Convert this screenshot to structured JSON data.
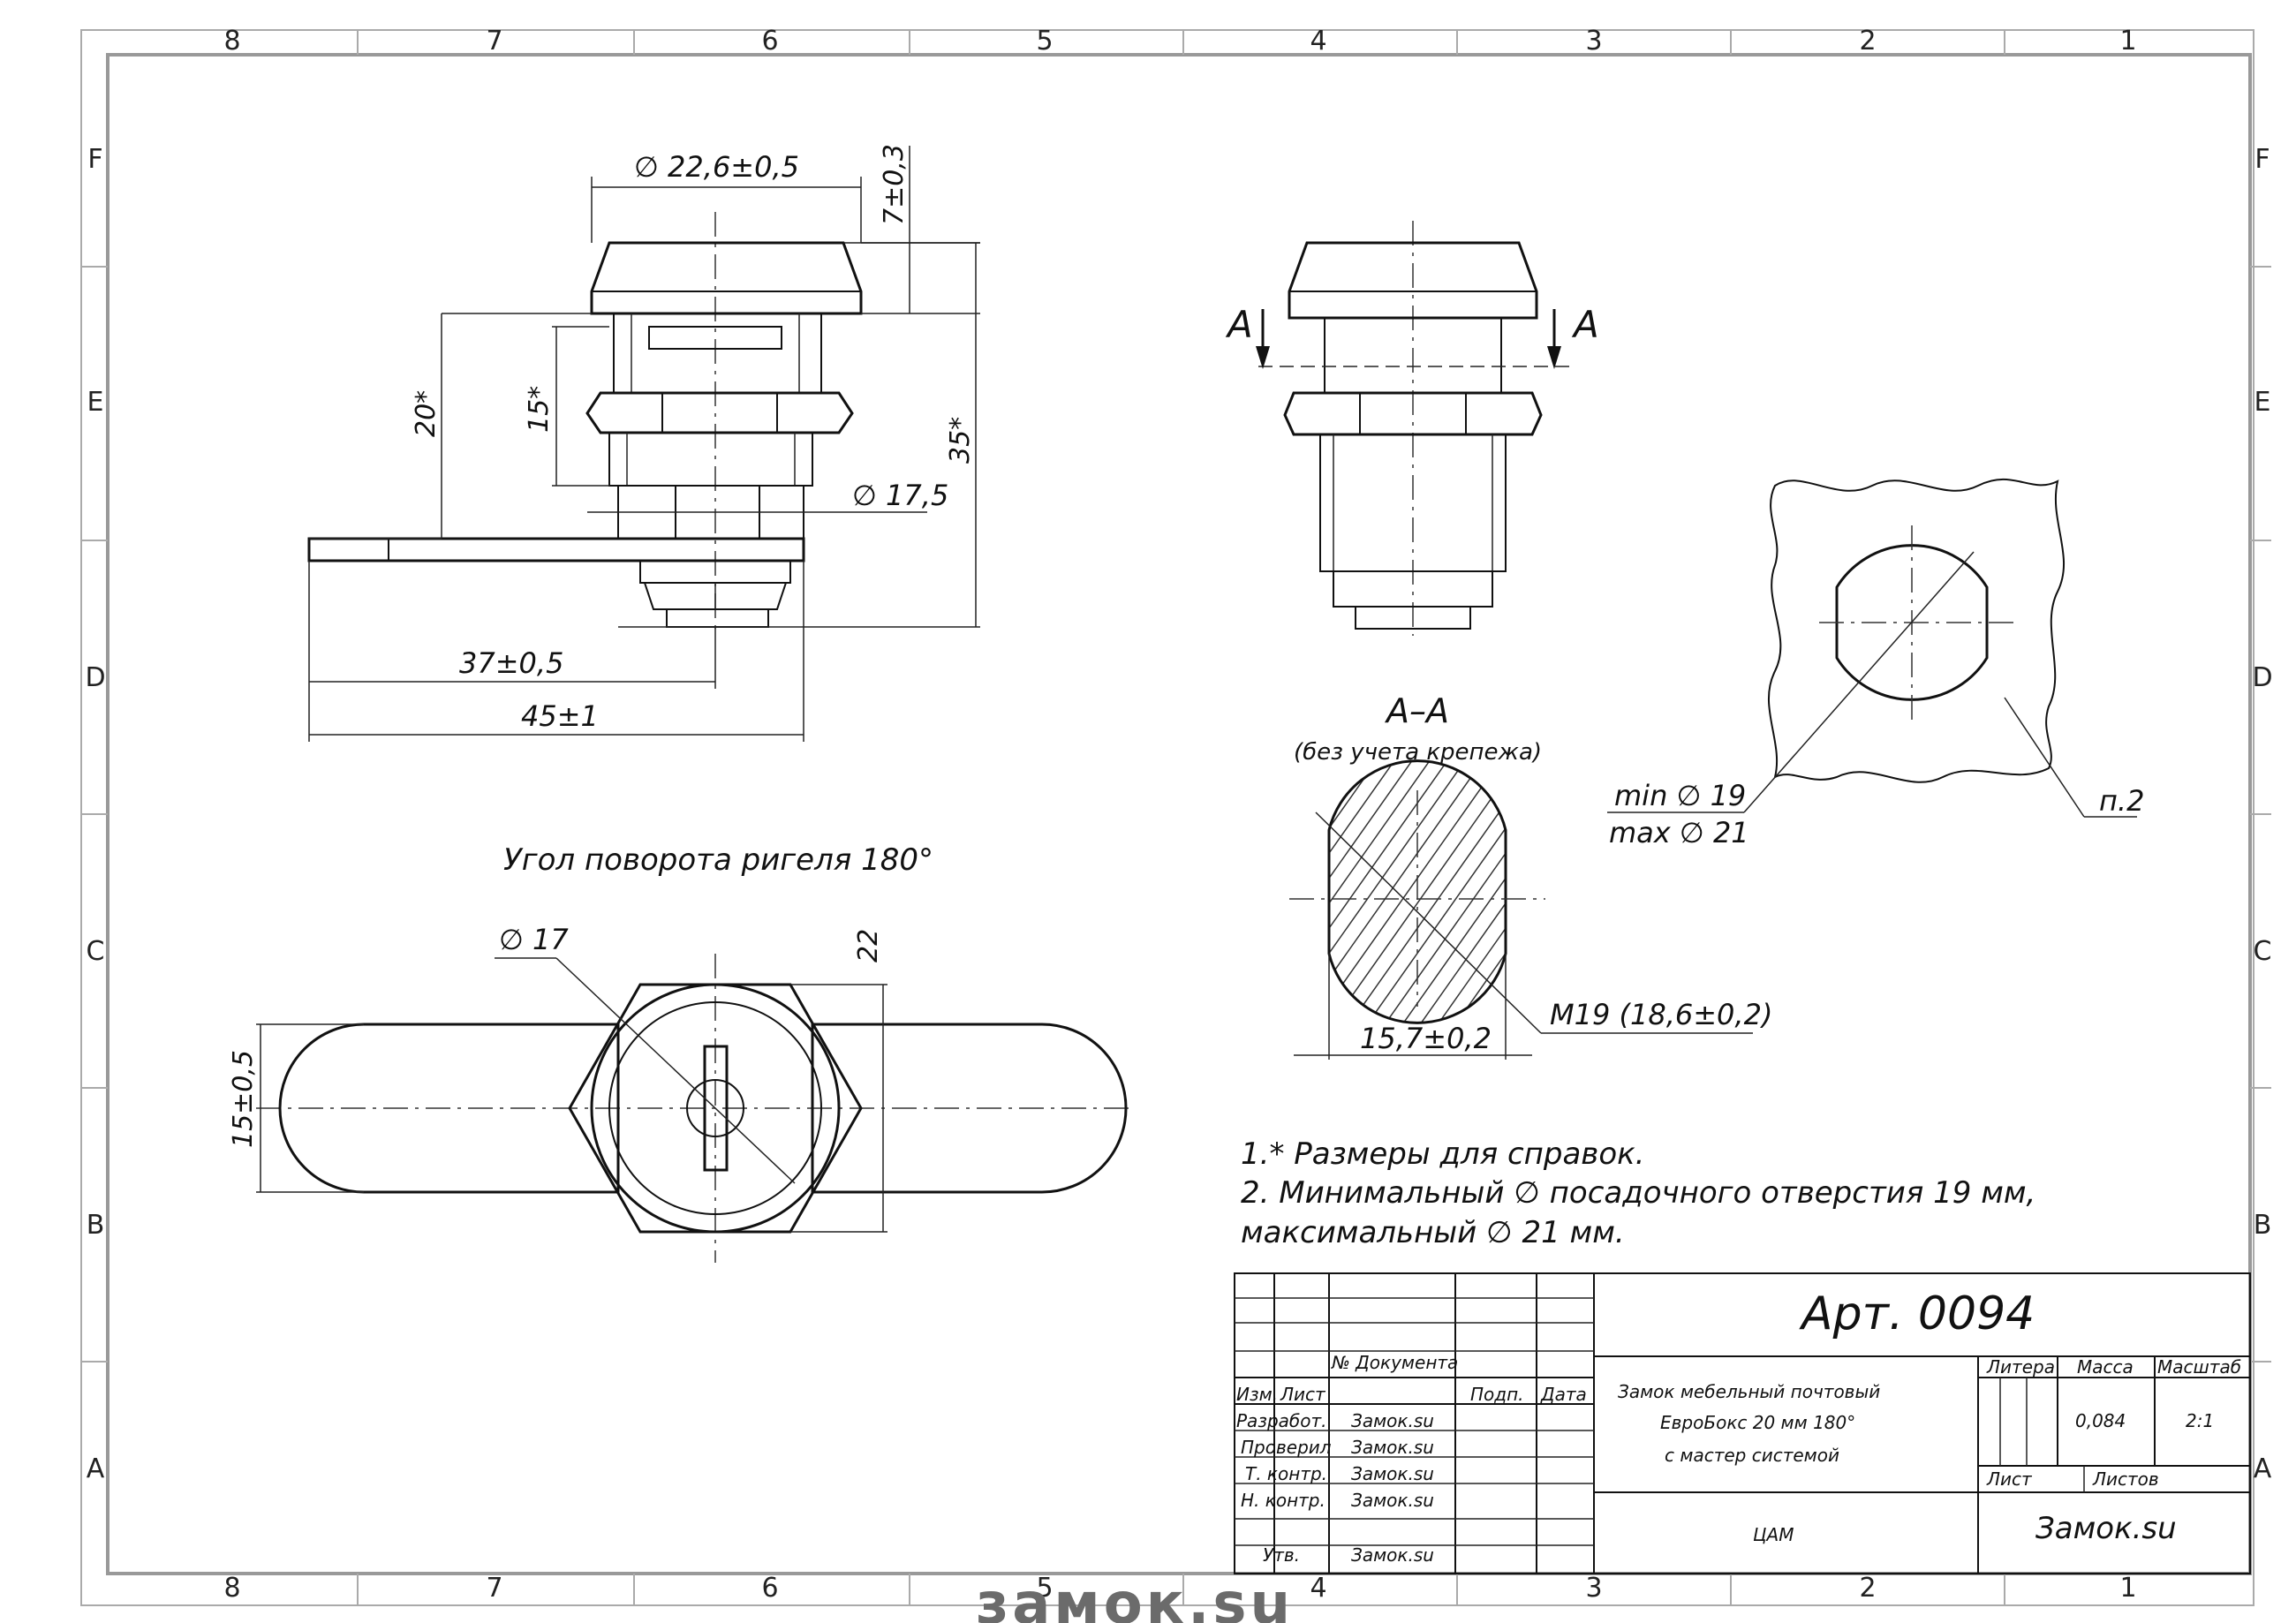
{
  "zones": {
    "top": [
      "8",
      "7",
      "6",
      "5",
      "4",
      "3",
      "2",
      "1"
    ],
    "side": [
      "F",
      "E",
      "D",
      "C",
      "B",
      "A"
    ]
  },
  "dimensions": {
    "head_diameter": "∅ 22,6±0,5",
    "head_height": "7±0,3",
    "height_20": "20*",
    "height_15": "15*",
    "height_35": "35*",
    "body_diameter": "∅ 17,5",
    "cam_37": "37±0,5",
    "cam_45": "45±1",
    "key_diameter": "∅ 17",
    "hex_22": "22",
    "cam_width": "15±0,5",
    "section_width": "15,7±0,2",
    "thread": "M19  (18,6±0,2)",
    "hole_min": "min  ∅ 19",
    "hole_max": "max  ∅ 21",
    "note_ref": "п.2"
  },
  "labels": {
    "section_arrow_left": "A",
    "section_arrow_right": "A",
    "section_title": "A–A",
    "section_subtitle": "(без учета крепежа)",
    "rotation_caption": "Угол поворота ригеля 180°"
  },
  "notes": [
    "1.* Размеры для справок.",
    "2. Минимальный ∅ посадочного отверстия 19 мм,",
    "максимальный ∅  21 мм."
  ],
  "title_block": {
    "article": "Арт. 0094",
    "description": [
      "Замок мебельный почтовый",
      "ЕвроБокс 20 мм 180°",
      "с мастер системой"
    ],
    "org": "ЦАМ",
    "company": "Замок.su",
    "headers": {
      "doc_number": "№ Документа",
      "change": "Изм.",
      "sheet": "Лист",
      "sign": "Подп.",
      "date": "Дата",
      "litera": "Литера",
      "mass": "Масса",
      "scale": "Масштаб",
      "sheet2": "Лист",
      "sheets": "Листов"
    },
    "roles": [
      {
        "role": "Разработ.",
        "name": "Замок.su"
      },
      {
        "role": "Проверил",
        "name": "Замок.su"
      },
      {
        "role": "Т. контр.",
        "name": "Замок.su"
      },
      {
        "role": "Н. контр.",
        "name": "Замок.su"
      },
      {
        "role": "Утв.",
        "name": "Замок.su"
      }
    ],
    "mass_value": "0,084",
    "scale_value": "2:1"
  },
  "watermark": "замок.su"
}
